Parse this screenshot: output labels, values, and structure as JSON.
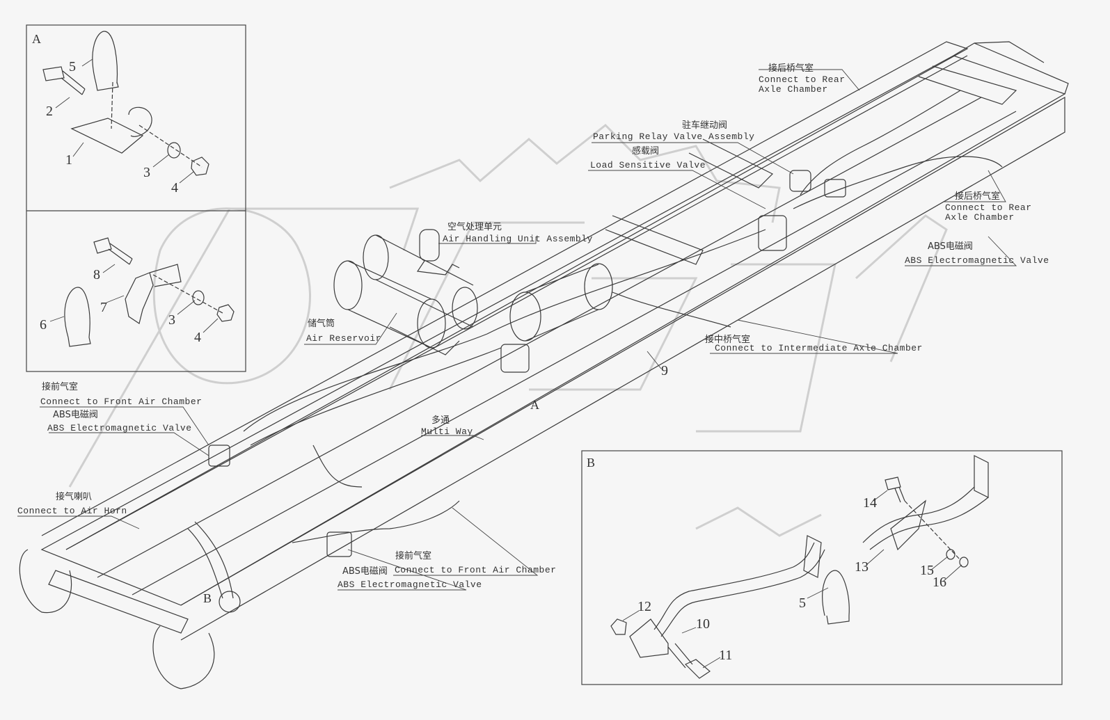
{
  "detail_a": {
    "title": "A",
    "parts": [
      {
        "id": "p5a",
        "text": "5"
      },
      {
        "id": "p2",
        "text": "2"
      },
      {
        "id": "p1",
        "text": "1"
      },
      {
        "id": "p3a",
        "text": "3"
      },
      {
        "id": "p4a",
        "text": "4"
      },
      {
        "id": "p8",
        "text": "8"
      },
      {
        "id": "p7",
        "text": "7"
      },
      {
        "id": "p6",
        "text": "6"
      },
      {
        "id": "p3b",
        "text": "3"
      },
      {
        "id": "p4b",
        "text": "4"
      }
    ]
  },
  "detail_b": {
    "title": "B",
    "parts": [
      {
        "id": "p14",
        "text": "14"
      },
      {
        "id": "p13",
        "text": "13"
      },
      {
        "id": "p15",
        "text": "15"
      },
      {
        "id": "p16",
        "text": "16"
      },
      {
        "id": "p5b",
        "text": "5"
      },
      {
        "id": "p12",
        "text": "12"
      },
      {
        "id": "p10",
        "text": "10"
      },
      {
        "id": "p11",
        "text": "11"
      }
    ]
  },
  "main": {
    "marker_a": "A",
    "marker_b": "B",
    "part_9": "9"
  },
  "callouts": {
    "rear_axle_top": {
      "cn": "接后桥气室",
      "en1": "Connect to Rear",
      "en2": "Axle Chamber"
    },
    "parking_relay": {
      "cn": "驻车继动阀",
      "en": "Parking Relay Valve Assembly"
    },
    "load_sensitive": {
      "cn": "感载阀",
      "en": "Load Sensitive Valve"
    },
    "rear_axle_right": {
      "cn": "接后桥气室",
      "en1": "Connect to Rear",
      "en2": "Axle Chamber"
    },
    "abs_right": {
      "cn": "ABS电磁阀",
      "en": "ABS Electromagnetic Valve"
    },
    "air_handling": {
      "cn": "空气处理单元",
      "en": "Air Handling Unit Assembly"
    },
    "air_reservoir": {
      "cn": "储气筒",
      "en": "Air Reservoir"
    },
    "intermediate_axle": {
      "cn": "接中桥气室",
      "en": "Connect to Intermediate Axle Chamber"
    },
    "front_chamber_left": {
      "cn": "接前气室",
      "en": "Connect to Front Air Chamber"
    },
    "abs_left": {
      "cn": "ABS电磁阀",
      "en": "ABS Electromagnetic Valve"
    },
    "multi_way": {
      "cn": "多通",
      "en": "Multi Way"
    },
    "air_horn": {
      "cn": "接气喇叭",
      "en": "Connect to Air Horn"
    },
    "front_chamber_bottom": {
      "cn": "接前气室",
      "en": "Connect to Front Air Chamber"
    },
    "abs_bottom": {
      "cn": "ABS电磁阀",
      "en": "ABS Electromagnetic Valve"
    }
  }
}
